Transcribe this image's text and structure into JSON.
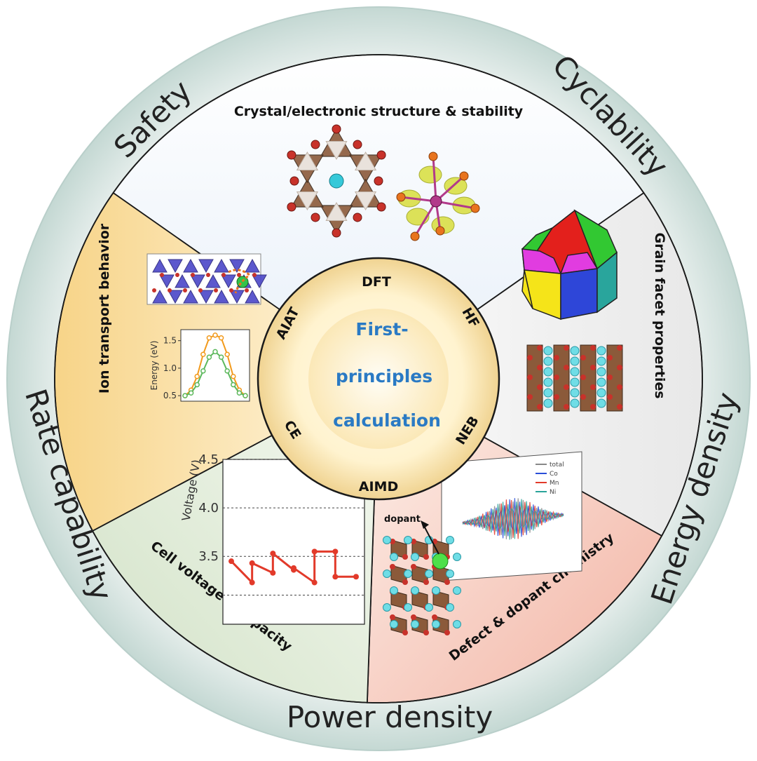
{
  "outer_ring": {
    "labels": [
      "Safety",
      "Cyclability",
      "Energy density",
      "Power density",
      "Rate capability"
    ]
  },
  "sectors": {
    "top": "Crystal/electronic structure & stability",
    "right": "Grain facet properties",
    "bottom_right": "Defect & dopant chemistry",
    "bottom_left": "Cell voltage & capacity",
    "left": "Ion transport behavior"
  },
  "methods": [
    "DFT",
    "HF",
    "NEB",
    "AIMD",
    "CE",
    "AIAT"
  ],
  "core": {
    "line1": "First-",
    "line2": "principles",
    "line3": "calculation"
  },
  "energy_chart": {
    "ylabel": "Energy (eV)",
    "yticks": [
      "1.5",
      "1.0",
      "0.5"
    ],
    "series": [
      {
        "color": "#f29a1c",
        "values": [
          0.5,
          0.6,
          0.85,
          1.25,
          1.55,
          1.6,
          1.55,
          1.25,
          0.85,
          0.6,
          0.5
        ]
      },
      {
        "color": "#5cb85c",
        "values": [
          0.5,
          0.55,
          0.7,
          0.95,
          1.2,
          1.3,
          1.2,
          0.95,
          0.7,
          0.55,
          0.5
        ]
      }
    ],
    "ylim": [
      0.4,
      1.7
    ]
  },
  "voltage_chart": {
    "ylabel": "Voltage (V)",
    "yticks": [
      "4.5",
      "4.0",
      "3.5"
    ],
    "ylim": [
      2.8,
      4.5
    ],
    "x": [
      0,
      1,
      1,
      2,
      2,
      3,
      3,
      4,
      4,
      5,
      5,
      6
    ],
    "values": [
      3.45,
      3.23,
      3.43,
      3.33,
      3.53,
      3.36,
      3.38,
      3.23,
      3.55,
      3.55,
      3.29,
      3.29
    ],
    "marker_indices": [
      0,
      1,
      2,
      3,
      4,
      5,
      6,
      7,
      8,
      9,
      10,
      11
    ],
    "color": "#e23a2a"
  },
  "dos_chart": {
    "legend": [
      "total",
      "Co",
      "Mn",
      "Ni"
    ],
    "legend_colors": [
      "#888888",
      "#2b4fd8",
      "#e23a2a",
      "#2aa39a"
    ]
  },
  "dopant_label": "dopant",
  "colors": {
    "ring_outer": "#e4ecea",
    "core_blue": "#2a7ac4",
    "core_gold": "#f3d99a"
  }
}
